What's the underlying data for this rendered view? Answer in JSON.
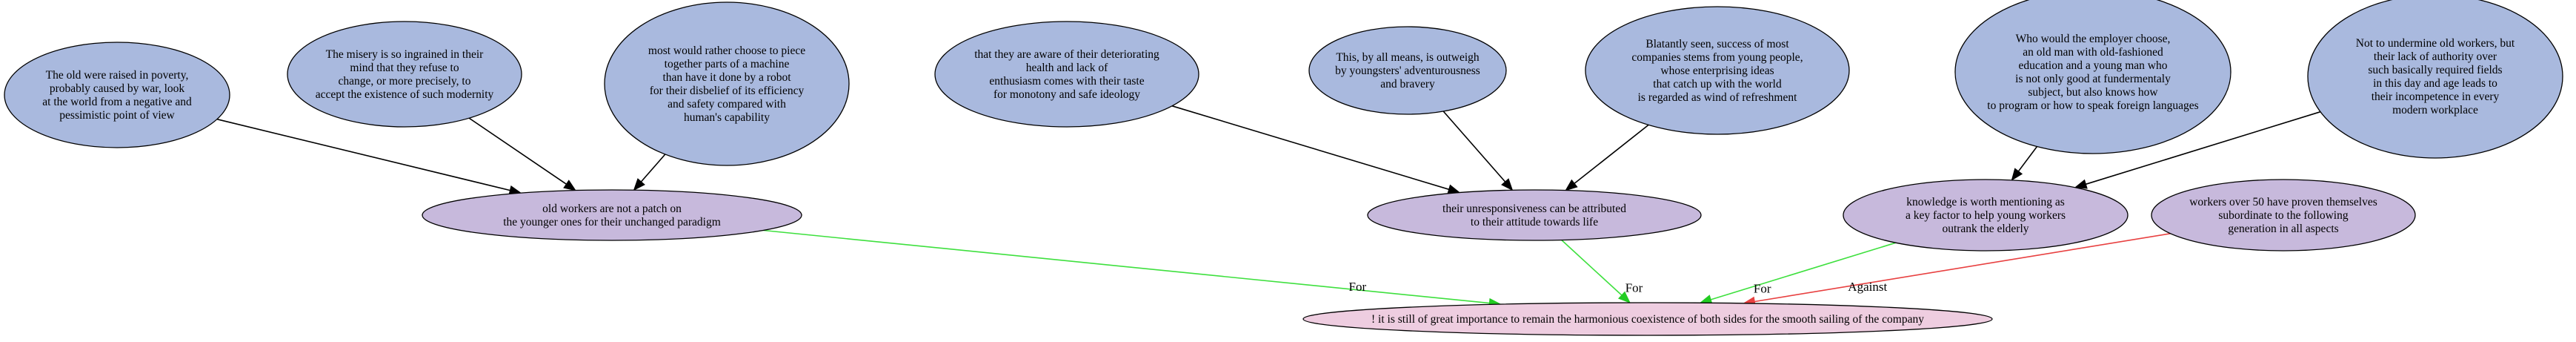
{
  "nodes": [
    {
      "id": "a1",
      "kind": "premise",
      "lines": [
        "The old were raised in poverty,",
        "probably caused by war, look",
        "at the world from a negative and",
        "pessimistic point of view"
      ]
    },
    {
      "id": "a2",
      "kind": "premise",
      "lines": [
        "The misery is so ingrained in their",
        "mind that they refuse to",
        "change, or more precisely, to",
        "accept the existence of such modernity"
      ]
    },
    {
      "id": "a3",
      "kind": "premise",
      "lines": [
        "most would rather choose to piece",
        "together parts of a machine",
        "than have it done by a robot",
        "for their disbelief of its efficiency",
        "and safety compared with",
        "human's capability"
      ]
    },
    {
      "id": "b1",
      "kind": "premise",
      "lines": [
        "that they are aware of their deteriorating",
        "health and lack of",
        "enthusiasm comes with their taste",
        "for monotony and safe ideology"
      ]
    },
    {
      "id": "b2",
      "kind": "premise",
      "lines": [
        "This, by all means, is outweigh",
        "by youngsters' adventurousness",
        "and bravery"
      ]
    },
    {
      "id": "b3",
      "kind": "premise",
      "lines": [
        "Blatantly seen, success of most",
        "companies stems from young people,",
        "whose enterprising ideas",
        "that catch up with the world",
        "is regarded as wind of refreshment"
      ]
    },
    {
      "id": "c1",
      "kind": "premise",
      "lines": [
        "Who would the employer choose,",
        "an old man with old-fashioned",
        "education and a young man who",
        "is not only good at fundermentaly",
        "subject, but also knows how",
        "to program or how to speak foreign languages"
      ]
    },
    {
      "id": "c2",
      "kind": "premise",
      "lines": [
        "Not to undermine old workers, but",
        "their lack of authority over",
        "such basically required fields",
        "in this day and age leads to",
        "their incompetence in every",
        "modern workplace"
      ]
    },
    {
      "id": "m1",
      "kind": "claim",
      "lines": [
        "old workers are not a patch on",
        "the younger ones for their unchanged paradigm"
      ]
    },
    {
      "id": "m2",
      "kind": "claim",
      "lines": [
        "their unresponsiveness can be attributed",
        "to their attitude towards life"
      ]
    },
    {
      "id": "m3",
      "kind": "claim",
      "lines": [
        "knowledge is worth mentioning as",
        "a key factor to help young workers",
        "outrank the elderly"
      ]
    },
    {
      "id": "m4",
      "kind": "claim",
      "lines": [
        "workers over 50 have proven themselves",
        "subordinate to the following",
        "generation in all aspects"
      ]
    },
    {
      "id": "root",
      "kind": "conclusion",
      "lines": [
        "! it is still of great importance to remain the harmonious coexistence of both sides for the smooth sailing of the company"
      ]
    }
  ],
  "edges": [
    {
      "from": "a1",
      "to": "m1",
      "label": ""
    },
    {
      "from": "a2",
      "to": "m1",
      "label": ""
    },
    {
      "from": "a3",
      "to": "m1",
      "label": ""
    },
    {
      "from": "b1",
      "to": "m2",
      "label": ""
    },
    {
      "from": "b2",
      "to": "m2",
      "label": ""
    },
    {
      "from": "b3",
      "to": "m2",
      "label": ""
    },
    {
      "from": "c1",
      "to": "m3",
      "label": ""
    },
    {
      "from": "c2",
      "to": "m3",
      "label": ""
    },
    {
      "from": "m1",
      "to": "root",
      "label": "For",
      "stance": "for"
    },
    {
      "from": "m2",
      "to": "root",
      "label": "For",
      "stance": "for"
    },
    {
      "from": "m3",
      "to": "root",
      "label": "For",
      "stance": "for"
    },
    {
      "from": "m4",
      "to": "root",
      "label": "Against",
      "stance": "against"
    }
  ],
  "colors": {
    "premise_fill": "#a9b9de",
    "claim_fill": "#c7b9dc",
    "conclusion_fill": "#eecde0",
    "outline": "#000000",
    "support_edge": "#3ee03e",
    "support_arrow": "#22cc22",
    "attack_edge": "#e84040",
    "neutral_edge": "#000000"
  }
}
